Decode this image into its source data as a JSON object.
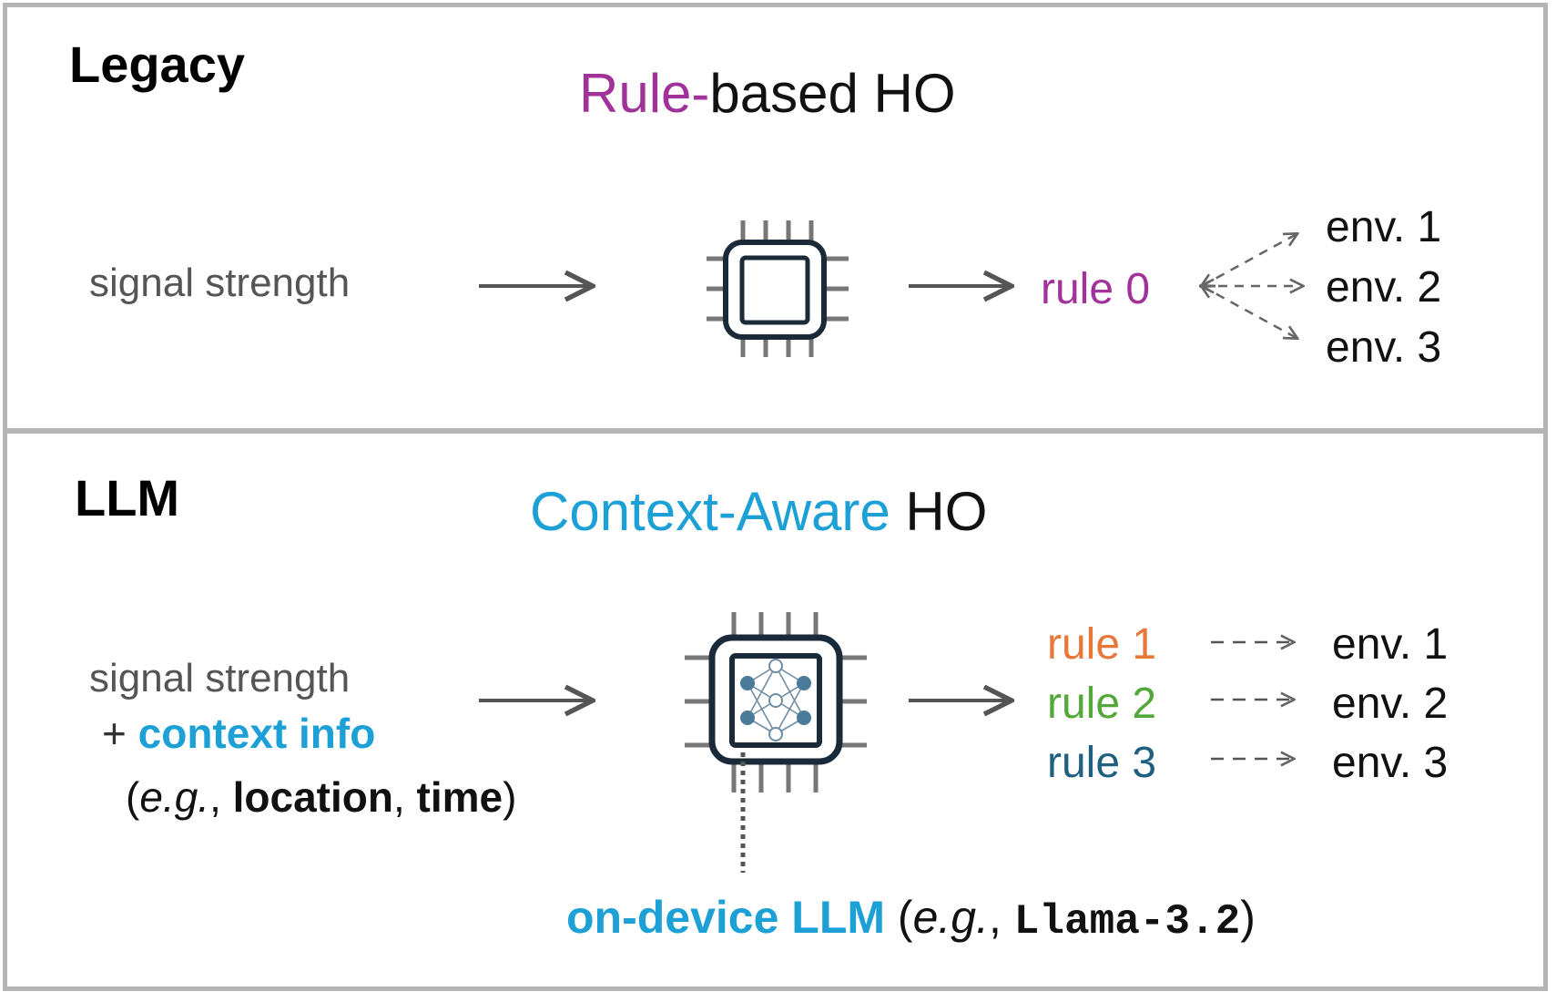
{
  "colors": {
    "rule_based": "#a0329a",
    "context_aware": "#1ca0d6",
    "rule1": "#e8773a",
    "rule2": "#52a838",
    "rule3": "#1f5f80",
    "frame": "#b5b5b5",
    "arrow": "#555555",
    "chip": "#1b2a38"
  },
  "legacy": {
    "label": "Legacy",
    "title_colored": "Rule-",
    "title_rest": "based HO",
    "input": "signal strength",
    "chip_icon": "processor-chip-icon",
    "rule": "rule 0",
    "envs": [
      "env. 1",
      "env. 2",
      "env. 3"
    ]
  },
  "llm": {
    "label": "LLM",
    "title_colored": "Context-Aware",
    "title_rest": " HO",
    "input_line1": "signal strength",
    "input_plus": "+ ",
    "input_context": "context info",
    "example_open": "(",
    "example_eg": "e.g.",
    "example_sep1": ", ",
    "example_location": "location",
    "example_sep2": ", ",
    "example_time": "time",
    "example_close": ")",
    "chip_icon": "neural-network-chip-icon",
    "rules": [
      "rule 1",
      "rule 2",
      "rule 3"
    ],
    "envs": [
      "env. 1",
      "env. 2",
      "env. 3"
    ],
    "ondevice_label": "on-device LLM",
    "ondevice_open": " (",
    "ondevice_eg": "e.g.",
    "ondevice_sep": ", ",
    "ondevice_model": "Llama-3.2",
    "ondevice_close": ")"
  }
}
